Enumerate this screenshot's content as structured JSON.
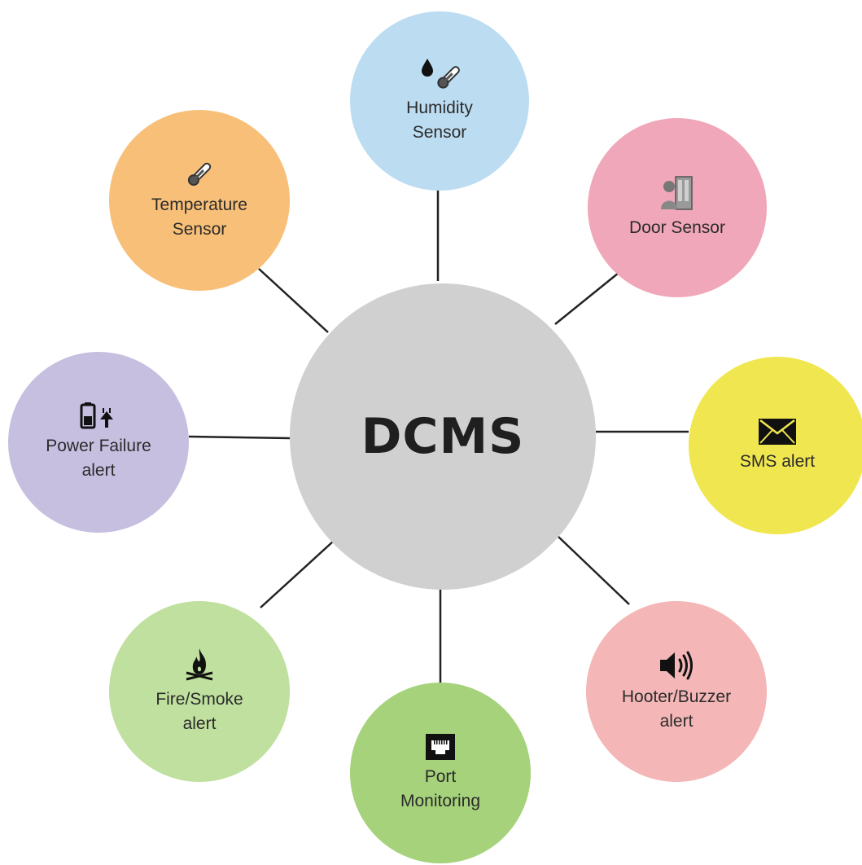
{
  "center": {
    "label": "DCMS"
  },
  "colors": {
    "center": "#d0d0d0",
    "humidity": "#bcdcf1",
    "temperature": "#f8bf78",
    "door": "#f0a7b9",
    "power": "#c6bfe0",
    "sms": "#f0e650",
    "fire": "#bfe09e",
    "hooter": "#f4b6b6",
    "port": "#a5d27a",
    "connector": "#222222"
  },
  "nodes": [
    {
      "id": "humidity",
      "icon": "humidity-icon",
      "lines": [
        "Humidity",
        "Sensor"
      ]
    },
    {
      "id": "temperature",
      "icon": "thermometer-icon",
      "lines": [
        "Temperature",
        "Sensor"
      ]
    },
    {
      "id": "door",
      "icon": "door-icon",
      "lines": [
        "Door Sensor"
      ]
    },
    {
      "id": "power",
      "icon": "battery-plug-icon",
      "lines": [
        "Power Failure",
        "alert"
      ]
    },
    {
      "id": "sms",
      "icon": "envelope-icon",
      "lines": [
        "SMS alert"
      ]
    },
    {
      "id": "fire",
      "icon": "fire-icon",
      "lines": [
        "Fire/Smoke",
        "alert"
      ]
    },
    {
      "id": "hooter",
      "icon": "speaker-icon",
      "lines": [
        "Hooter/Buzzer",
        "alert"
      ]
    },
    {
      "id": "port",
      "icon": "ethernet-port-icon",
      "lines": [
        "Port",
        "Monitoring"
      ]
    }
  ]
}
